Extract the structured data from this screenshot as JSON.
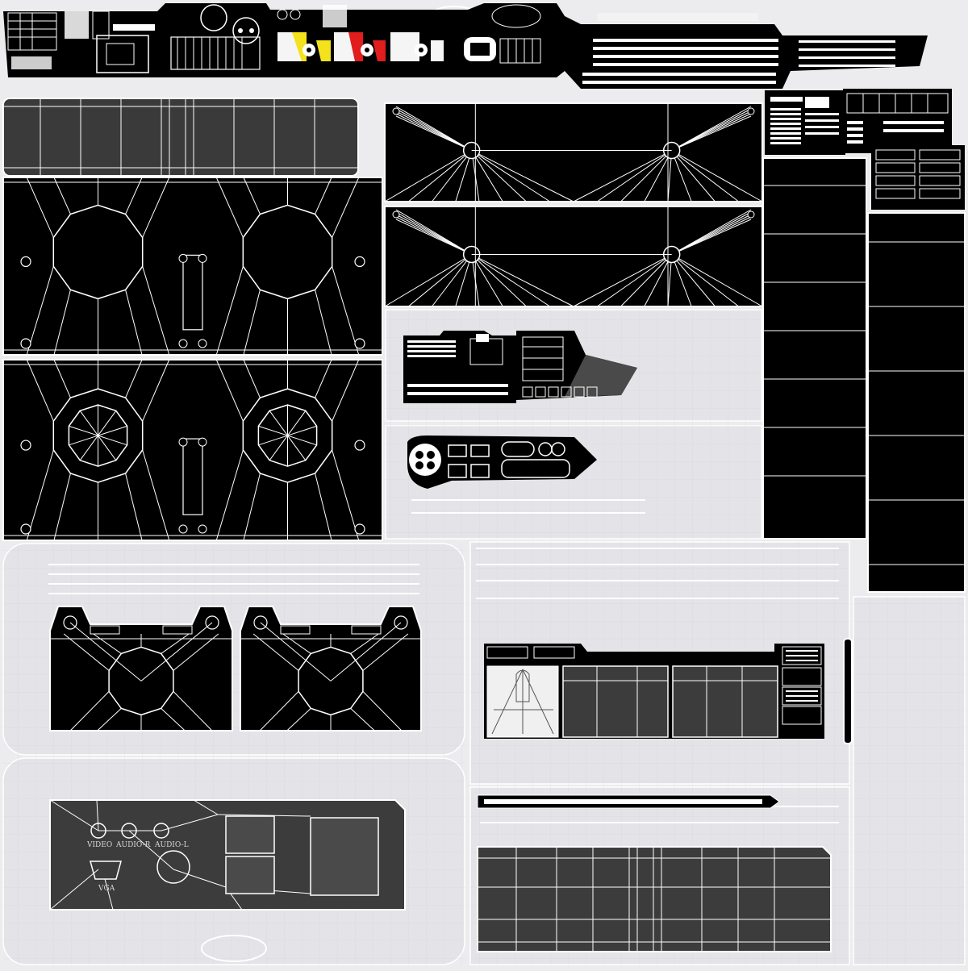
{
  "colors": {
    "background": "#ececee",
    "island": "#000000",
    "wire": "#ffffff",
    "light_wire": "#c8c8cc",
    "accent_red": "#e11d1d",
    "accent_yellow": "#f4e21c",
    "accent_white": "#f5f5f5"
  },
  "connector_panel": {
    "video_label": "VIDEO",
    "audio_r_label": "AUDIO-R",
    "audio_l_label": "AUDIO-L",
    "vga_label": "VGA"
  },
  "icons": [
    "uv-island",
    "speaker-ring",
    "round-jack",
    "rca-jack",
    "vga-port",
    "grille-slot"
  ]
}
